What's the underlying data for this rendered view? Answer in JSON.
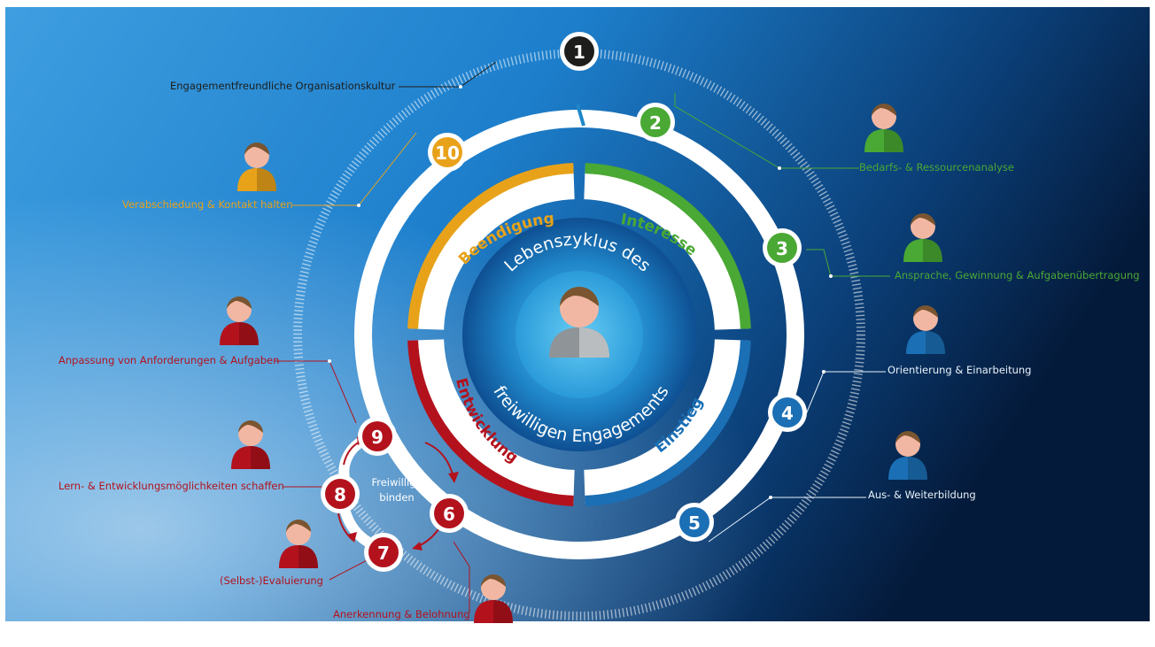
{
  "colors": {
    "black": "#1d1d1b",
    "green": "#4aa834",
    "blue": "#1b6fb5",
    "red": "#b3121d",
    "orange": "#e8a21a",
    "label_white": "#e8f2fb"
  },
  "center": {
    "line1": "Lebenszyklus des",
    "line2": "freiwilligen Engagements",
    "icon": "person-icon"
  },
  "phases": [
    {
      "label": "Interesse",
      "color": "green"
    },
    {
      "label": "Einstieg",
      "color": "blue"
    },
    {
      "label": "Entwicklung",
      "color": "red"
    },
    {
      "label": "Beendigung",
      "color": "orange"
    }
  ],
  "steps": [
    {
      "number": "1",
      "label": "Engagementfreundliche Organisationskultur",
      "color": "black"
    },
    {
      "number": "2",
      "label": "Bedarfs- & Ressourcenanalyse",
      "color": "green"
    },
    {
      "number": "3",
      "label": "Ansprache, Gewinnung & Aufgabenübertragung",
      "color": "green"
    },
    {
      "number": "4",
      "label": "Orientierung & Einarbeitung",
      "color": "blue"
    },
    {
      "number": "5",
      "label": "Aus- & Weiterbildung",
      "color": "blue"
    },
    {
      "number": "6",
      "label": "Anerkennung & Belohnung",
      "color": "red"
    },
    {
      "number": "7",
      "label": "(Selbst-)Evaluierung",
      "color": "red"
    },
    {
      "number": "8",
      "label": "Lern- & Entwicklungsmöglichkeiten schaffen",
      "color": "red"
    },
    {
      "number": "9",
      "label": "Anpassung von Anforderungen & Aufgaben",
      "color": "red"
    },
    {
      "number": "10",
      "label": "Verabschiedung & Kontakt halten",
      "color": "orange"
    }
  ],
  "retention": {
    "line1": "Freiwillige",
    "line2": "binden"
  }
}
